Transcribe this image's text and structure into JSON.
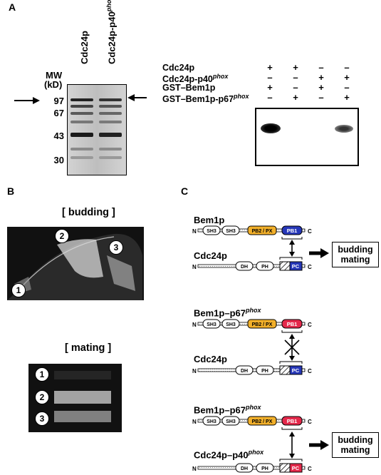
{
  "panelA": {
    "letter": "A",
    "mw_label_1": "MW",
    "mw_label_2": "(kD)",
    "lanes": [
      "Cdc24p",
      "Cdc24p-p40"
    ],
    "lane2_sup": "phox",
    "markers": [
      "97",
      "67",
      "43",
      "30"
    ],
    "rows": [
      "Cdc24p",
      "Cdc24p-p40",
      "GST–Bem1p",
      "GST–Bem1p-p67"
    ],
    "row_sup": "phox",
    "signs": [
      [
        "+",
        "+",
        "–",
        "–"
      ],
      [
        "–",
        "–",
        "+",
        "+"
      ],
      [
        "+",
        "–",
        "+",
        "–"
      ],
      [
        "–",
        "+",
        "–",
        "+"
      ]
    ]
  },
  "panelB": {
    "letter": "B",
    "budding_title": "[ budding ]",
    "mating_title": "[ mating ]",
    "budding_markers": [
      "1",
      "2",
      "3"
    ],
    "mating_markers": [
      "1",
      "2",
      "3"
    ]
  },
  "panelC": {
    "letter": "C",
    "domains": {
      "n": "N",
      "c": "C",
      "sh3": "SH3",
      "pb2": "PB2 / PX",
      "pb1": "PB1",
      "dh": "DH",
      "ph": "PH",
      "pc": "PC"
    },
    "sup": "phox",
    "sections": [
      {
        "top": "Bem1p",
        "bottom": "Cdc24p",
        "outcome1": "budding",
        "outcome2": "mating"
      },
      {
        "top": "Bem1p–p67",
        "bottom": "Cdc24p"
      },
      {
        "top": "Bem1p–p67",
        "bottom": "Cdc24p–p40",
        "outcome1": "budding",
        "outcome2": "mating"
      }
    ],
    "colors": {
      "pb2": "#f2b02a",
      "pb1_blue": "#2637b8",
      "pb1_red": "#e4294b",
      "pc_blue": "#2637b8",
      "pc_red": "#e4294b"
    }
  }
}
